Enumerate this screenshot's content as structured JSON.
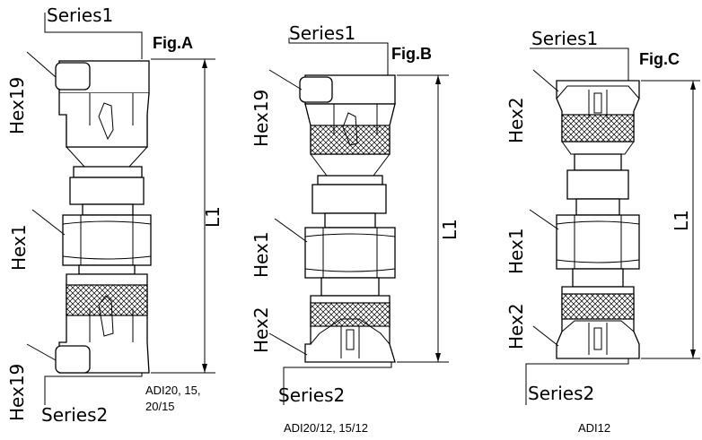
{
  "figures": [
    {
      "id": "A",
      "title": "Fig.A",
      "top_connector": "Series1",
      "bottom_connector": "Series2",
      "length": "L1",
      "hex_labels": [
        "Hex19",
        "Hex1",
        "Hex19"
      ],
      "caption_lines": [
        "ADI20, 15,",
        "20/15"
      ]
    },
    {
      "id": "B",
      "title": "Fig.B",
      "top_connector": "Series1",
      "bottom_connector": "Series2",
      "length": "L1",
      "hex_labels": [
        "Hex19",
        "Hex1",
        "Hex2"
      ],
      "caption_lines": [
        "ADI20/12, 15/12"
      ]
    },
    {
      "id": "C",
      "title": "Fig.C",
      "top_connector": "Series1",
      "bottom_connector": "Series2",
      "length": "L1",
      "hex_labels": [
        "Hex2",
        "Hex1",
        "Hex2"
      ],
      "caption_lines": [
        "ADI12"
      ]
    }
  ]
}
